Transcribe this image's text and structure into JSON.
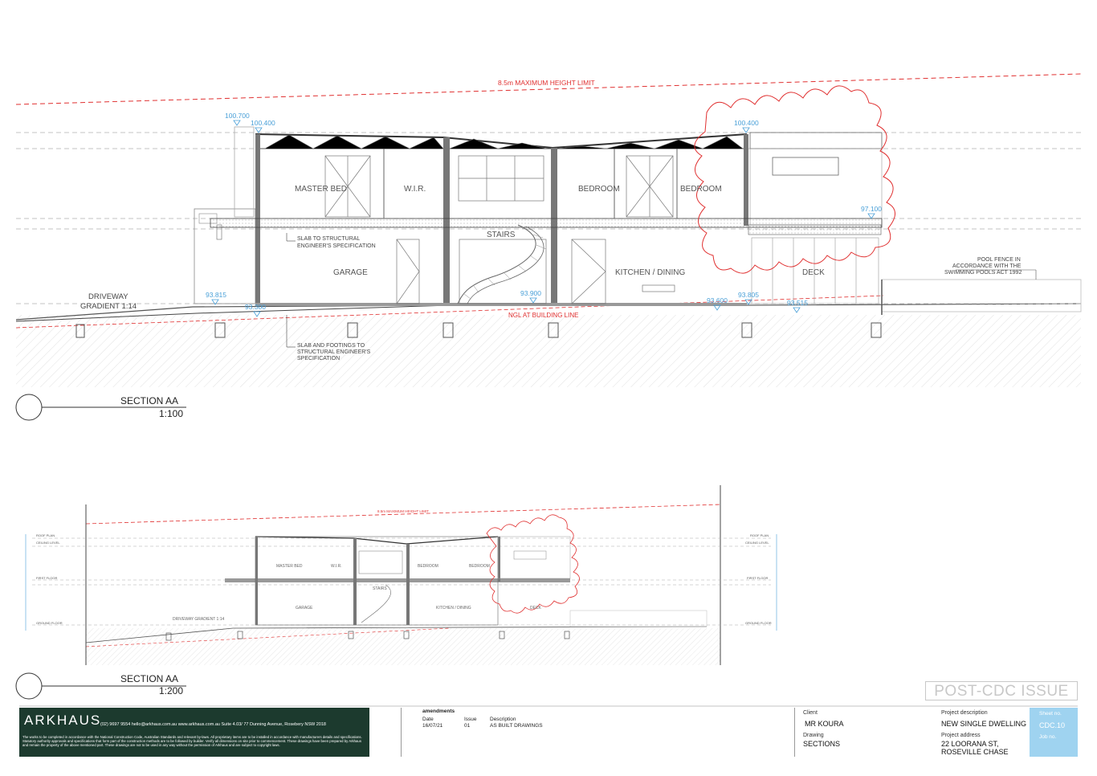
{
  "section_large": {
    "height_limit_label": "8.5m MAXIMUM HEIGHT LIMIT",
    "rooms": {
      "master_bed": "MASTER BED",
      "wir": "W.I.R.",
      "bedroom1": "BEDROOM",
      "bedroom2": "BEDROOM",
      "stairs": "STAIRS",
      "garage": "GARAGE",
      "kitchen": "KITCHEN / DINING",
      "deck": "DECK"
    },
    "levels": {
      "l100700": "100.700",
      "l100400a": "100.400",
      "l100400b": "100.400",
      "l97100": "97.100",
      "l93815": "93.815",
      "l93300": "93.300",
      "l93900": "93.900",
      "l93600": "93.600",
      "l93805": "93.805",
      "l93515": "93.515"
    },
    "notes": {
      "slab_line1": "SLAB TO STRUCTURAL",
      "slab_line2": "ENGINEER'S SPECIFICATION",
      "footing_line1": "SLAB AND FOOTINGS TO",
      "footing_line2": "STRUCTURAL ENGINEER'S",
      "footing_line3": "SPECIFICATION",
      "driveway_line1": "DRIVEWAY",
      "driveway_line2": "GRADIENT 1:14",
      "pool_line1": "POOL FENCE IN",
      "pool_line2": "ACCORDANCE WITH THE",
      "pool_line3": "SWIMMING POOLS ACT 1992",
      "ngl": "NGL AT BUILDING LINE"
    },
    "title": "SECTION AA",
    "scale": "1:100"
  },
  "section_small": {
    "height_limit_label": "8.5m MAXIMUM HEIGHT LIMIT",
    "rooms": {
      "master_bed": "MASTER BED",
      "wir": "W.I.R.",
      "bedroom1": "BEDROOM",
      "bedroom2": "BEDROOM",
      "stairs": "STAIRS",
      "garage": "GARAGE",
      "kitchen": "KITCHEN / DINING",
      "deck": "DECK"
    },
    "left_levels": {
      "roof": "ROOF PLAN",
      "ceiling": "CEILING LEVEL",
      "first": "FIRST FLOOR",
      "ground": "GROUND FLOOR"
    },
    "right_levels": {
      "roof": "ROOF PLAN",
      "ceiling": "CEILING LEVEL",
      "first": "FIRST FLOOR",
      "ground": "GROUND FLOOR"
    },
    "driveway": "DRIVEWAY GRADIENT 1:14",
    "title": "SECTION AA",
    "scale": "1:200"
  },
  "stamp": "POST-CDC ISSUE",
  "title_block": {
    "logo": "ARKHAUS",
    "contact": "(02) 9697 9554   hello@arkhaus.com.au   www.arkhaus.com.au   Suite 4.03/ 77 Dunning Avenue, Rosebery NSW 2018",
    "disclaimer": "The works to be completed in accordance with the National Construction Code, Australian Standards and relevant by-laws. All proprietary items are to be installed in accordance with manufacturers details and specifications. Statutory authority approvals and specifications that form part of the construction methods are to be followed by builder. Verify all dimensions on site prior to commencement. These drawings have been prepared by Arkhaus and remain the property of the above mentioned part. These drawings are not to be used in any way without the permission of Arkhaus and are subject to copyright laws.",
    "amendments_label": "amendments",
    "col_date": "Date",
    "col_issue": "Issue",
    "col_description": "Description",
    "row_date": "16/07/21",
    "row_issue": "01",
    "row_description": "AS BUILT DRAWINGS",
    "client_label": "Client",
    "client_value": "MR KOURA",
    "drawing_label": "Drawing",
    "drawing_value": "SECTIONS",
    "project_desc_label": "Project description",
    "project_desc_value": "NEW SINGLE DWELLING",
    "project_addr_label": "Project address",
    "project_addr_line1": "22 LOORANA ST,",
    "project_addr_line2": "ROSEVILLE CHASE",
    "sheet_no_label": "Sheet no.",
    "sheet_no_value": "CDC.10",
    "job_no_label": "Job no."
  }
}
